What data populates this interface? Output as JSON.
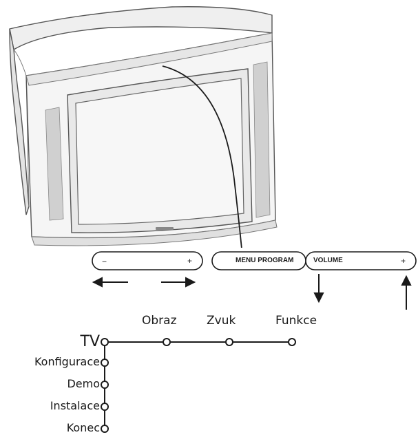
{
  "buttons": {
    "left_minus": "−",
    "left_plus": "+",
    "menu_program": "MENU PROGRAM",
    "volume": "VOLUME",
    "volume_plus": "+"
  },
  "menu": {
    "root": "TV",
    "top_items": [
      "Obraz",
      "Zvuk",
      "Funkce"
    ],
    "side_items": [
      "Konfigurace",
      "Demo",
      "Instalace",
      "Konec"
    ]
  },
  "colors": {
    "line": "#1a1a1a",
    "tv_body": "#f2f2f2",
    "tv_shade": "#d6d6d6"
  }
}
